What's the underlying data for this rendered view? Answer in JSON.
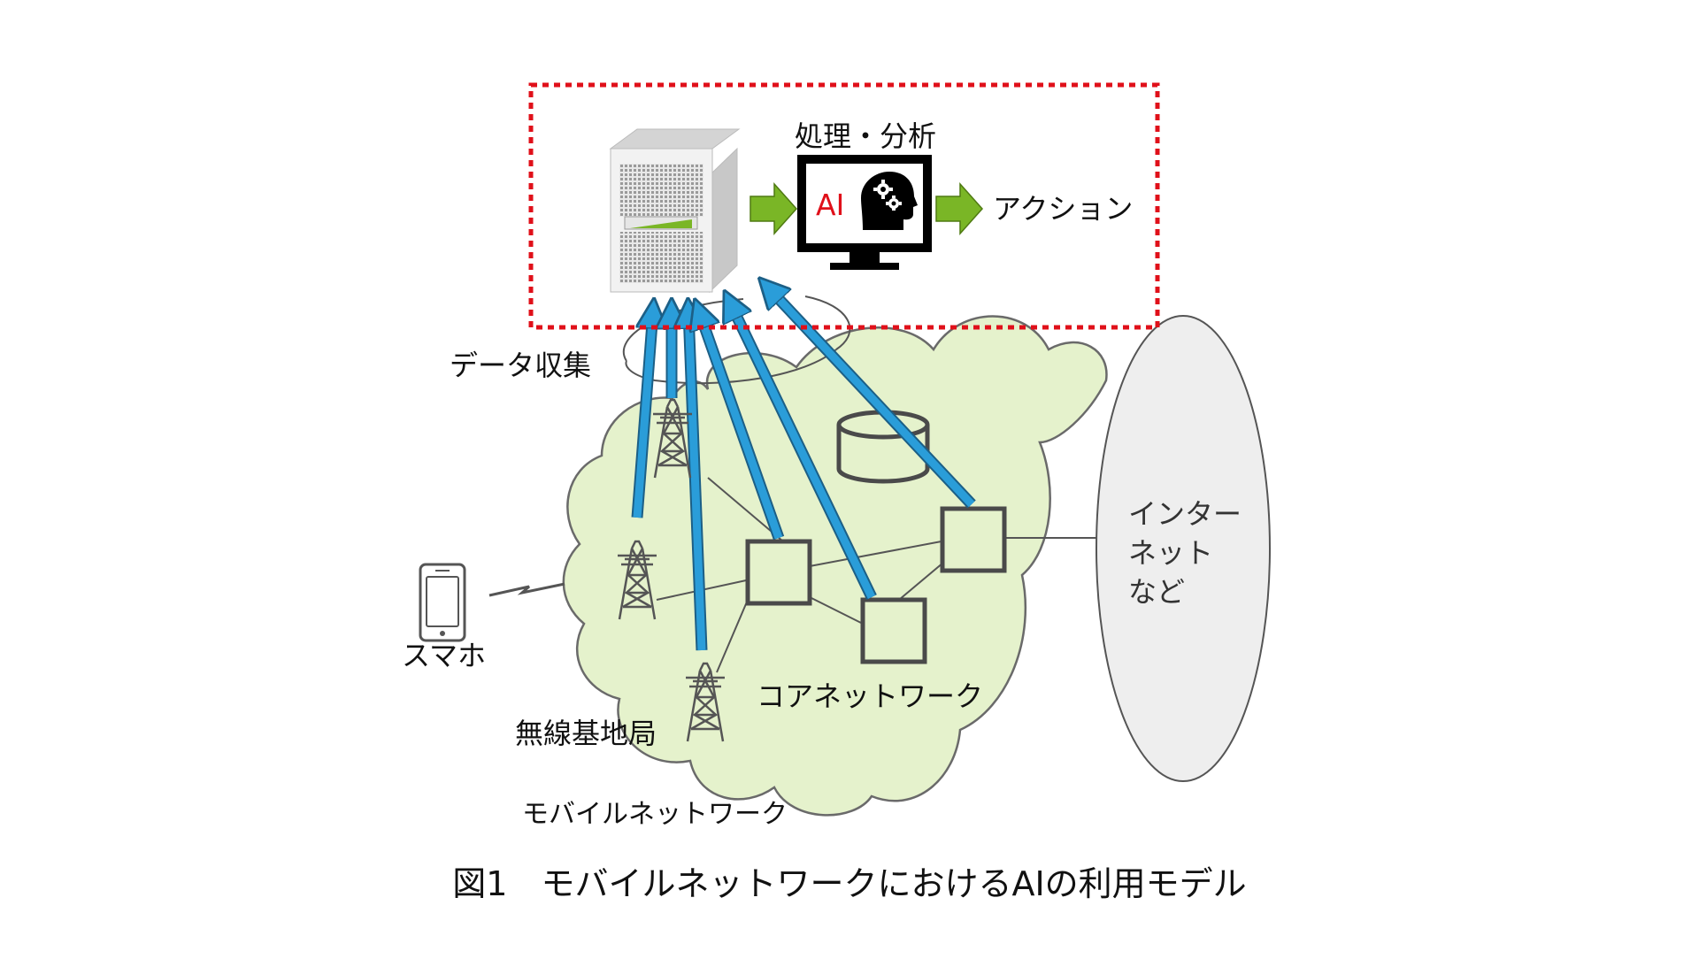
{
  "colors": {
    "background": "#ffffff",
    "cloud_fill": "#e5f2cc",
    "outline_gray": "#555555",
    "arrow_blue": "#2a9dd9",
    "arrow_green": "#7ab626",
    "dotted_red": "#e0101a",
    "ai_red": "#e0101a",
    "monitor_black": "#000000"
  },
  "labels": {
    "processing": "処理・分析",
    "action": "アクション",
    "data_collection": "データ収集",
    "smartphone": "スマホ",
    "base_station": "無線基地局",
    "mobile_network": "モバイルネットワーク",
    "core_network": "コアネットワーク",
    "internet_lines": [
      "インター",
      "ネット",
      "など"
    ],
    "ai": "AI",
    "caption": "図1　モバイルネットワークにおけるAIの利用モデル"
  },
  "icons": {
    "server": "server-icon",
    "monitor": "monitor-icon",
    "ai_head": "ai-head-gears-icon",
    "smartphone": "smartphone-icon",
    "tower": "radio-tower-icon",
    "database": "database-icon",
    "lightning": "wireless-link-icon"
  }
}
